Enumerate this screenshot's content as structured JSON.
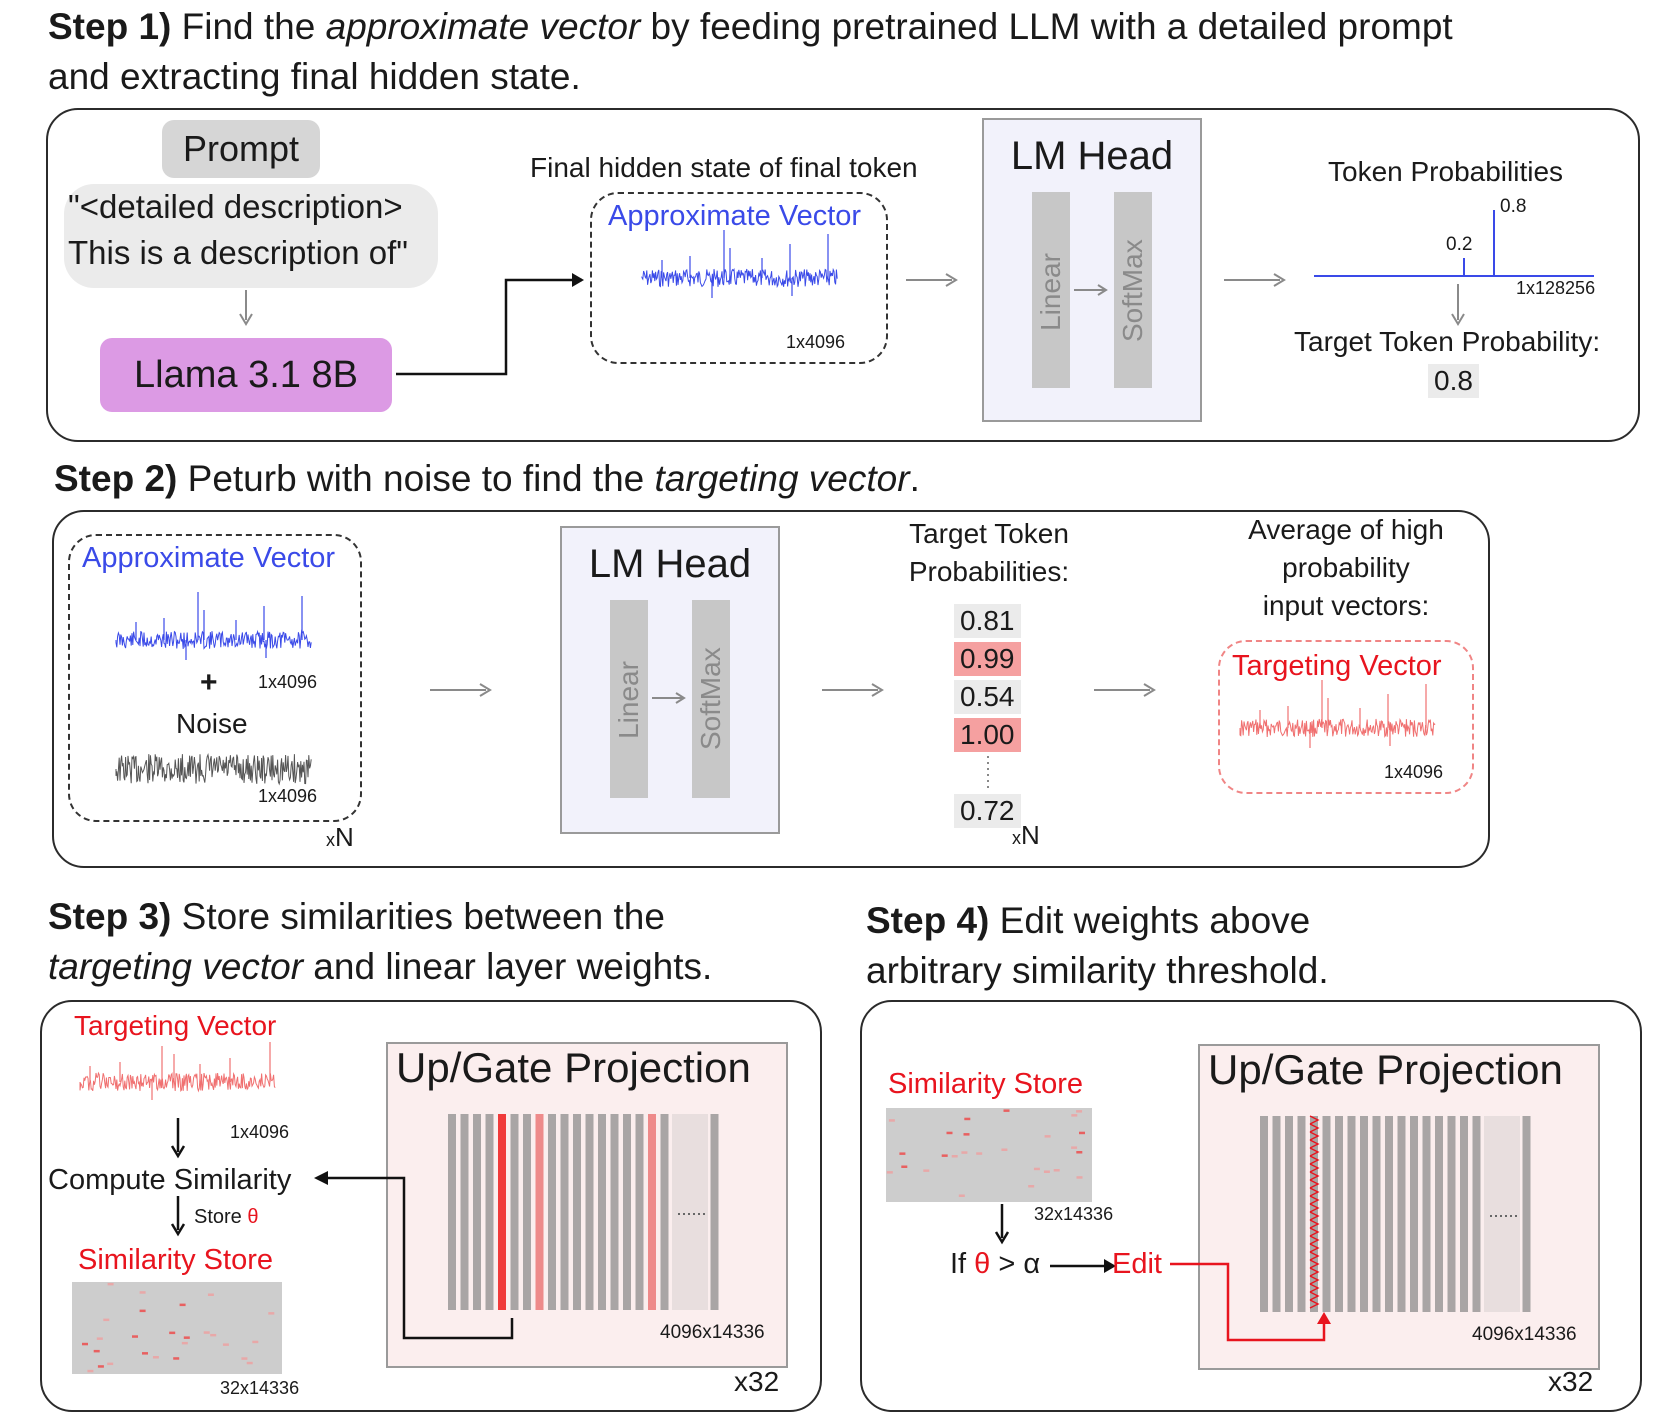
{
  "step1": {
    "label": "Step 1)",
    "text_a": " Find the ",
    "em": "approximate vector",
    "text_b": " by feeding pretrained LLM with a detailed prompt",
    "line2": " and extracting final hidden state.",
    "prompt_label": "Prompt",
    "prompt_line1": "\"<detailed description>",
    "prompt_line2": "This is a description of\"",
    "model": "Llama 3.1 8B",
    "hidden_caption": "Final hidden state of final token",
    "approx_vector": "Approximate Vector",
    "approx_dim": "1x4096",
    "lm_head": "LM Head",
    "linear": "Linear",
    "softmax": "SoftMax",
    "token_probs": "Token Probabilities",
    "p_high": "0.8",
    "p_low": "0.2",
    "vocab_dim": "1x128256",
    "target_prob_label": "Target Token Probability:",
    "target_prob_value": "0.8"
  },
  "step2": {
    "label": "Step 2)",
    "text_a": " Peturb with noise to find the ",
    "em": "targeting vector",
    "text_b": ".",
    "approx_vector": "Approximate Vector",
    "plus": "+",
    "approx_dim": "1x4096",
    "noise": "Noise",
    "noise_dim": "1x4096",
    "times_n": "N",
    "times_x": "x",
    "lm_head": "LM Head",
    "linear": "Linear",
    "softmax": "SoftMax",
    "target_probs_line1": "Target Token",
    "target_probs_line2": "Probabilities:",
    "probs": [
      "0.81",
      "0.99",
      "0.54",
      "1.00",
      "0.72"
    ],
    "avg_line1": "Average of high",
    "avg_line2": "probability",
    "avg_line3": "input vectors:",
    "targeting_vector": "Targeting Vector",
    "targeting_dim": "1x4096"
  },
  "step3": {
    "label": "Step 3)",
    "text_a": " Store similarities between the",
    "em": "targeting vector",
    "text_b": " and linear layer weights.",
    "targeting_vector": "Targeting Vector",
    "targeting_dim": "1x4096",
    "compute": "Compute Similarity",
    "store_label": "Store ",
    "theta": "θ",
    "similarity_store": "Similarity Store",
    "store_dim": "32x14336",
    "projection": "Up/Gate Projection",
    "proj_dim": "4096x14336",
    "layers": "x32"
  },
  "step4": {
    "label": "Step 4)",
    "text_a": " Edit weights above",
    "line2": "arbitrary similarity threshold.",
    "similarity_store": "Similarity Store",
    "store_dim": "32x14336",
    "if_text": "If ",
    "theta": "θ",
    "gt_alpha": " > α",
    "edit": "Edit",
    "projection": "Up/Gate Projection",
    "proj_dim": "4096x14336",
    "layers": "x32"
  },
  "colors": {
    "blue": "#3a4ae8",
    "red": "#e8141e",
    "pink": "#f07070",
    "prompt_bg": "#ebebeb",
    "llama_bg": "#dc9ae4",
    "lmhead_bg": "#f2f2fb",
    "proj_bg": "#fbeeee",
    "highlight": "#f5a0a0"
  }
}
